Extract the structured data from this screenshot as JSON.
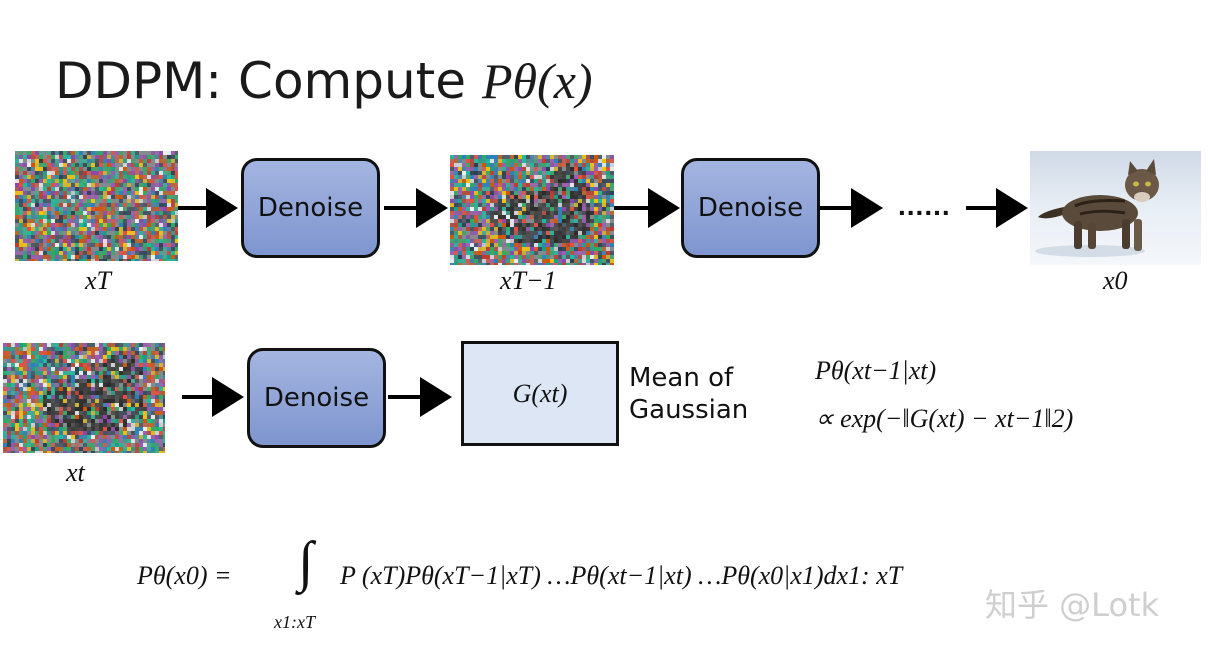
{
  "title": {
    "prefix": "DDPM: Compute ",
    "math": "Pθ(x)"
  },
  "row1": {
    "label_xT": "xT",
    "label_xT1": "xT−1",
    "label_x0": "x0",
    "denoise_1": "Denoise",
    "denoise_2": "Denoise",
    "ellipsis": "......"
  },
  "row2": {
    "label_xt": "xt",
    "denoise": "Denoise",
    "g_box": "G(xt)",
    "mean_line1": "Mean of",
    "mean_line2": "Gaussian",
    "prob_line1": "Pθ(xt−1|xt)",
    "prob_line2": "∝ exp(−‖G(xt) − xt−1‖2)"
  },
  "bottom_formula": {
    "lhs": "Pθ(x0) =",
    "integral": "∫",
    "limits": "x1:xT",
    "rhs": "P (xT)Pθ(xT−1|xT) …Pθ(xt−1|xt) …Pθ(x0|x1)dx1: xT"
  },
  "watermark": "知乎 @Lotk"
}
